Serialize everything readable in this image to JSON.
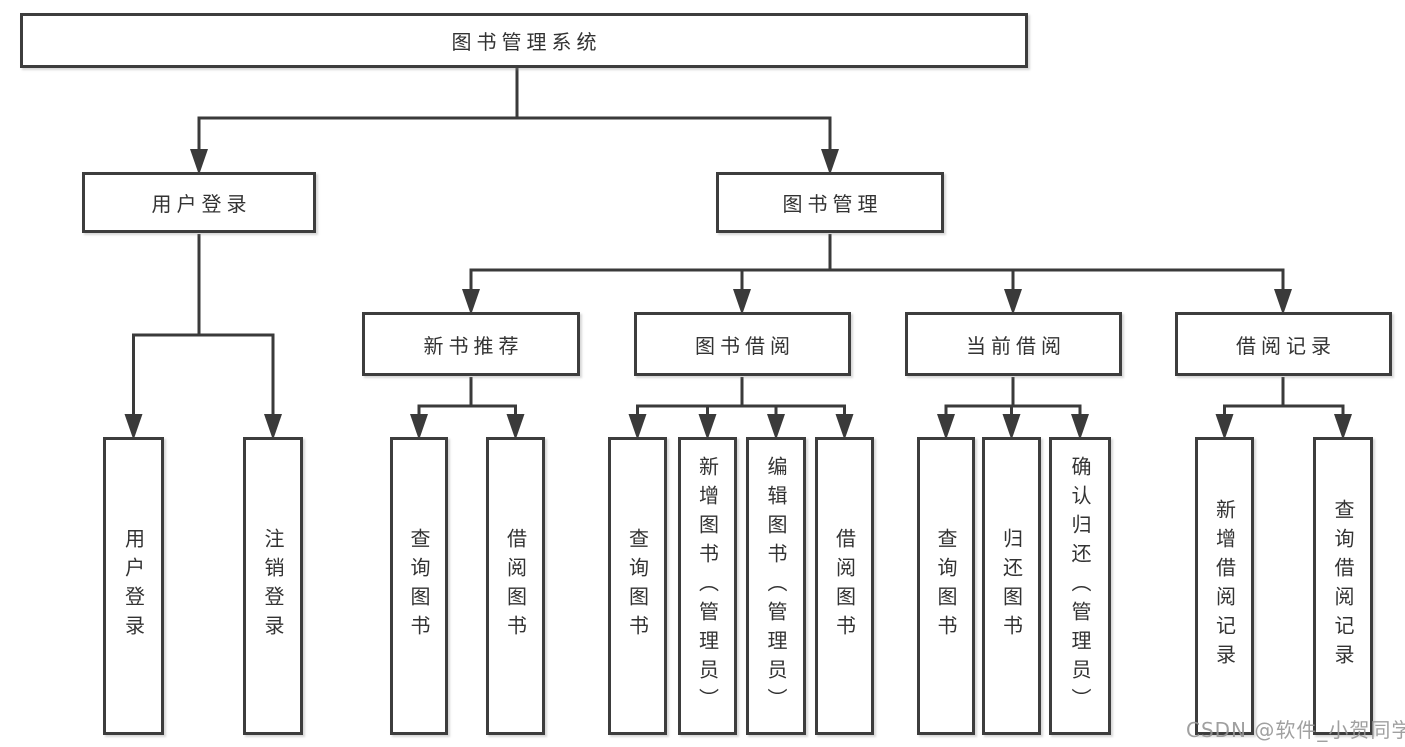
{
  "diagram": {
    "type": "hierarchy-tree",
    "colors": {
      "line": "#3a3a3a",
      "box_border": "#3d3d3d",
      "text": "#333333",
      "watermark": "#969696",
      "background": "#ffffff"
    }
  },
  "tree": {
    "root": {
      "label": "图书管理系统"
    },
    "branches": [
      {
        "label": "用户登录",
        "children": [
          {
            "label": "用户登录"
          },
          {
            "label": "注销登录"
          }
        ]
      },
      {
        "label": "图书管理",
        "children": [
          {
            "label": "新书推荐",
            "children": [
              {
                "label": "查询图书"
              },
              {
                "label": "借阅图书"
              }
            ]
          },
          {
            "label": "图书借阅",
            "children": [
              {
                "label": "查询图书"
              },
              {
                "label": "新增图书（管理员）"
              },
              {
                "label": "编辑图书（管理员）"
              },
              {
                "label": "借阅图书"
              }
            ]
          },
          {
            "label": "当前借阅",
            "children": [
              {
                "label": "查询图书"
              },
              {
                "label": "归还图书"
              },
              {
                "label": "确认归还（管理员）"
              }
            ]
          },
          {
            "label": "借阅记录",
            "children": [
              {
                "label": "新增借阅记录"
              },
              {
                "label": "查询借阅记录"
              }
            ]
          }
        ]
      }
    ]
  },
  "watermark": {
    "text": "CSDN @软件_小贺同学"
  }
}
